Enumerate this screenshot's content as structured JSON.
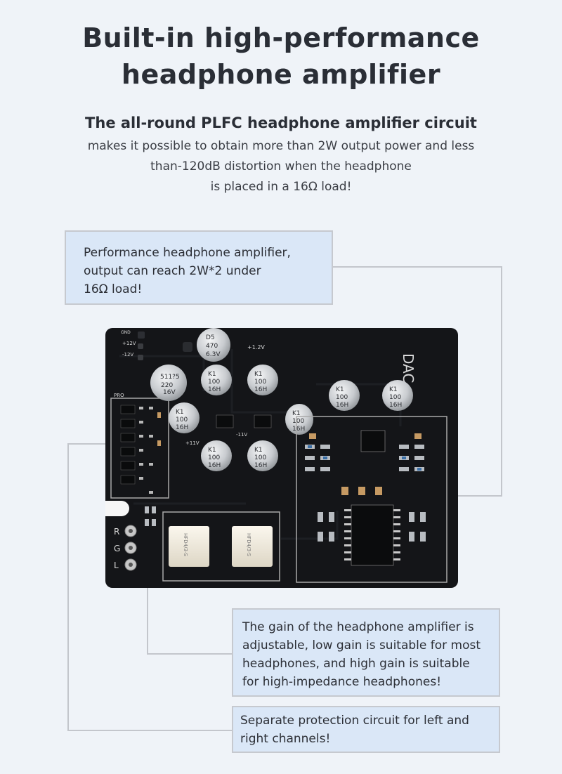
{
  "heading": {
    "line1": "Built-in high-performance",
    "line2": "headphone amplifier"
  },
  "subheading": "The all-round PLFC headphone amplifier circuit",
  "description": {
    "line1": "makes it possible to obtain more than 2W output power and less",
    "line2": "than-120dB distortion when the headphone",
    "line3": "is placed in a 16Ω load!"
  },
  "callouts": {
    "power": {
      "line1": "Performance headphone amplifier,",
      "line2": "output can reach 2W*2 under",
      "line3": "16Ω load!"
    },
    "gain": {
      "line1": "The gain of the headphone amplifier is",
      "line2": "adjustable, low gain is suitable for most",
      "line3": "headphones, and high gain is suitable",
      "line4": "for high-impedance headphones!"
    },
    "protection": {
      "line1": "Separate protection circuit for left and",
      "line2": "right channels!"
    }
  },
  "board": {
    "labels": {
      "dac": "DAC",
      "plus12v": "+12V",
      "minus12v": "-12V",
      "plus1_2v": "+1.2V",
      "plus11v": "+11V",
      "minus11v": "-11V",
      "pro": "PRO",
      "gnd": "GND",
      "r": "R",
      "g": "G",
      "l": "L"
    },
    "caps": {
      "d5": [
        "D5",
        "470",
        "6.3V"
      ],
      "k1": [
        "K1",
        "100",
        "16H"
      ],
      "big": [
        "511?5",
        "220",
        "16V"
      ]
    },
    "relay": "HFD4/3-S"
  },
  "colors": {
    "background": "#eff3f8",
    "callout_fill": "#dae7f7",
    "callout_border": "#c6c9cf",
    "pcb": "#141518"
  }
}
